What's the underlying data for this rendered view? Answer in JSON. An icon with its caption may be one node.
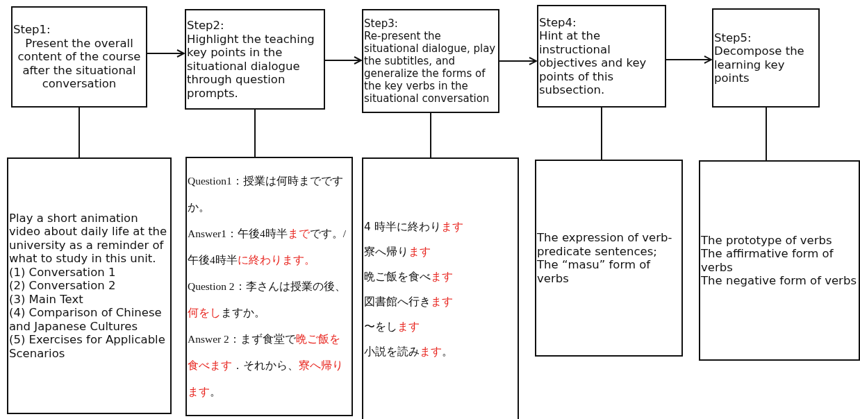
{
  "diagram": {
    "nodes": [
      {
        "text": [
          "Step1:",
          "Present  the overall content of the course after the situational conversation"
        ]
      },
      {
        "text": [
          "Step2:",
          "Highlight the teaching key points in the situational dialogue through question prompts."
        ]
      },
      {
        "text": [
          "Step3:",
          "Re-present the situational dialogue, play the subtitles, and generalize the forms of the key verbs in the situational conversation"
        ]
      },
      {
        "text": [
          "Step4:",
          "Hint at the instructional objectives and key points of this subsection."
        ]
      },
      {
        "text": [
          "Step5:",
          "Decompose the learning key points"
        ]
      },
      {
        "text": [
          "Play a short animation video about daily life at the university as a reminder of what to study in this unit.",
          "(1) Conversation 1",
          "(2) Conversation 2",
          "(3) Main Text",
          "(4) Comparison of Chinese and Japanese Cultures",
          "(5) Exercises for Applicable Scenarios"
        ]
      },
      {
        "text": [
          "Question1：授業は何時までですか。",
          "Answer1：午後4時半**まで**です。/午後4時半**に終わります。**",
          "Question 2：李さんは授業の後、**何をし**ますか。",
          "Answer 2：まず食堂で**晩ご飯を食べます**．それから、**寮へ帰ります**。"
        ]
      },
      {
        "text": [
          "4 時半に終わり**ます**",
          "寮へ帰り**ます**",
          "晩ご飯を食べ**ます**",
          "図書館へ行き**ます**",
          "〜をし**ます**",
          "小説を読み**ます**。"
        ]
      },
      {
        "text": [
          "The expression of verb-predicate sentences; The “masu” form of verbs"
        ]
      },
      {
        "text": [
          "The prototype of verbs",
          "The affirmative form of verbs",
          "The negative form of verbs"
        ]
      }
    ],
    "edges": [
      {
        "from": 0,
        "to": 1,
        "arrow": "to"
      },
      {
        "from": 1,
        "to": 2,
        "arrow": "to"
      },
      {
        "from": 2,
        "to": 3,
        "arrow": "to"
      },
      {
        "from": 3,
        "to": 4,
        "arrow": "to"
      },
      {
        "from": 0,
        "to": 5,
        "arrow": "none"
      },
      {
        "from": 1,
        "to": 6,
        "arrow": "none"
      },
      {
        "from": 2,
        "to": 7,
        "arrow": "none"
      },
      {
        "from": 3,
        "to": 8,
        "arrow": "none"
      },
      {
        "from": 4,
        "to": 9,
        "arrow": "none"
      }
    ]
  }
}
